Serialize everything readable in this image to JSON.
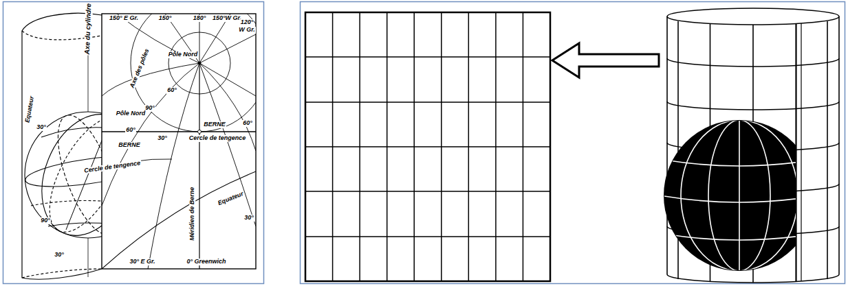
{
  "diagram": {
    "labels": [
      "Axe du cylindre",
      "150° E Gr.",
      "150°",
      "180°",
      "150°W Gr.",
      "120°",
      "W Gr.",
      "Pôle Nord",
      "Axe des pôles",
      "60°",
      "90°",
      "Pôle Nord",
      "60°",
      "30°",
      "BERNE",
      "Cercle de tengence",
      "60°",
      "BERNE",
      "Cercle de tengence",
      "Méridien de Berne",
      "Equateur",
      "30°",
      "30° E Gr.",
      "0° Greenwich",
      "Equateur",
      "30°",
      "90°",
      "30°"
    ]
  }
}
